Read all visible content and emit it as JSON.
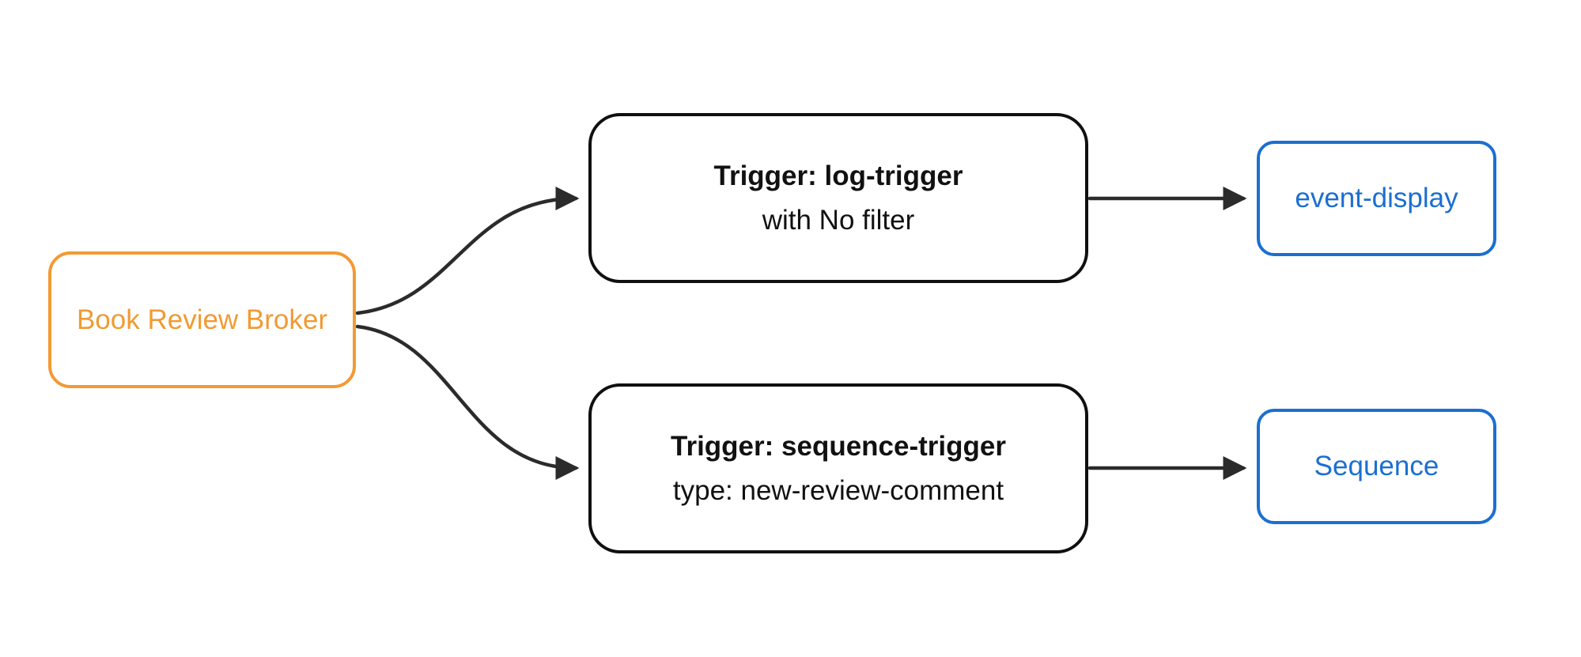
{
  "diagram": {
    "type": "flowchart",
    "direction": "left-to-right",
    "colors": {
      "broker_accent": "#F29A33",
      "destination_accent": "#1B6FD1",
      "trigger_border": "#101010",
      "edge": "#2B2B2B",
      "background": "#FFFFFF"
    },
    "nodes": {
      "broker": {
        "label": "Book Review Broker"
      },
      "log_trigger": {
        "title": "Trigger: log-trigger",
        "subtitle": "with No filter"
      },
      "sequence_trigger": {
        "title": "Trigger: sequence-trigger",
        "subtitle": "type: new-review-comment"
      },
      "event_display": {
        "label": "event-display"
      },
      "sequence": {
        "label": "Sequence"
      }
    },
    "edges": [
      {
        "from": "broker",
        "to": "log_trigger",
        "style": "curved"
      },
      {
        "from": "broker",
        "to": "sequence_trigger",
        "style": "curved"
      },
      {
        "from": "log_trigger",
        "to": "event_display",
        "style": "straight"
      },
      {
        "from": "sequence_trigger",
        "to": "sequence",
        "style": "straight"
      }
    ]
  }
}
